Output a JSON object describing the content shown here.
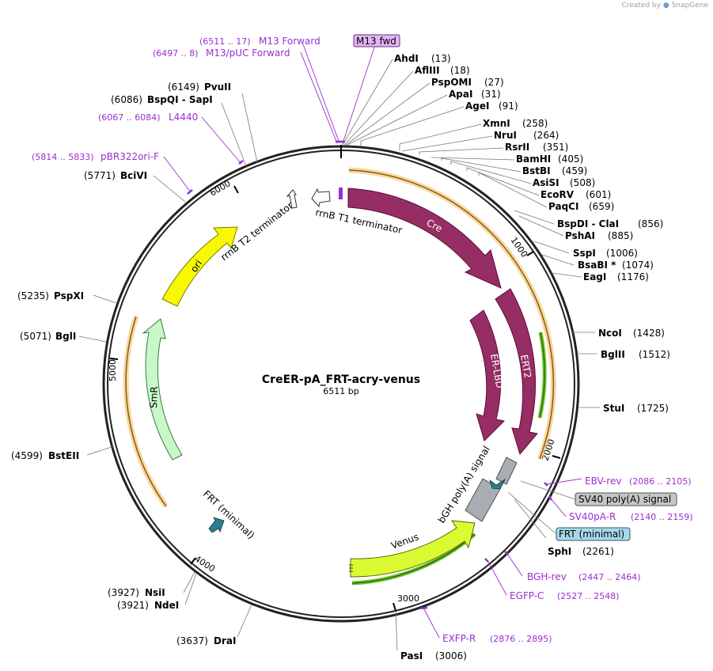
{
  "credit": {
    "prefix": "Created by",
    "brand": "SnapGene"
  },
  "title": "CreER-pA_FRT-acry-venus",
  "size_label": "6511 bp",
  "ticks": [
    "1000",
    "2000",
    "3000",
    "4000",
    "5000",
    "6000"
  ],
  "enzymes": [
    {
      "name": "AhdI",
      "pos": "(13)"
    },
    {
      "name": "AflIII",
      "pos": "(18)"
    },
    {
      "name": "PspOMI",
      "pos": "(27)"
    },
    {
      "name": "ApaI",
      "pos": "(31)"
    },
    {
      "name": "AgeI",
      "pos": "(91)"
    },
    {
      "name": "XmnI",
      "pos": "(258)"
    },
    {
      "name": "NruI",
      "pos": "(264)"
    },
    {
      "name": "RsrII",
      "pos": "(351)"
    },
    {
      "name": "BamHI",
      "pos": "(405)"
    },
    {
      "name": "BstBI",
      "pos": "(459)"
    },
    {
      "name": "AsiSI",
      "pos": "(508)"
    },
    {
      "name": "EcoRV",
      "pos": "(601)"
    },
    {
      "name": "PaqCI",
      "pos": "(659)"
    },
    {
      "name": "BspDI - ClaI",
      "pos": "(856)"
    },
    {
      "name": "PshAI",
      "pos": "(885)"
    },
    {
      "name": "SspI",
      "pos": "(1006)"
    },
    {
      "name": "BsaBI *",
      "pos": "(1074)"
    },
    {
      "name": "EagI",
      "pos": "(1176)"
    },
    {
      "name": "NcoI",
      "pos": "(1428)"
    },
    {
      "name": "BglII",
      "pos": "(1512)"
    },
    {
      "name": "StuI",
      "pos": "(1725)"
    },
    {
      "name": "SphI",
      "pos": "(2261)"
    },
    {
      "name": "PasI",
      "pos": "(3006)"
    },
    {
      "name": "DraI",
      "pos": "(3637)"
    },
    {
      "name": "NdeI",
      "pos": "(3921)"
    },
    {
      "name": "NsiI",
      "pos": "(3927)"
    },
    {
      "name": "BstEII",
      "pos": "(4599)"
    },
    {
      "name": "BglI",
      "pos": "(5071)"
    },
    {
      "name": "PspXI",
      "pos": "(5235)"
    },
    {
      "name": "BciVI",
      "pos": "(5771)"
    },
    {
      "name": "BspQI - SapI",
      "pos": "(6086)"
    },
    {
      "name": "PvuII",
      "pos": "(6149)"
    }
  ],
  "primers": [
    {
      "name": "M13 Forward",
      "pos": "(6511 .. 17)"
    },
    {
      "name": "M13/pUC Forward",
      "pos": "(6497 .. 8)"
    },
    {
      "name": "L4440",
      "pos": "(6067 .. 6084)"
    },
    {
      "name": "pBR322ori-F",
      "pos": "(5814 .. 5833)"
    },
    {
      "name": "EBV-rev",
      "pos": "(2086 .. 2105)"
    },
    {
      "name": "SV40pA-R",
      "pos": "(2140 .. 2159)"
    },
    {
      "name": "BGH-rev",
      "pos": "(2447 .. 2464)"
    },
    {
      "name": "EGFP-C",
      "pos": "(2527 .. 2548)"
    },
    {
      "name": "EXFP-R",
      "pos": "(2876 .. 2895)"
    }
  ],
  "feature_boxes": [
    "M13 fwd",
    "SV40 poly(A) signal",
    "FRT (minimal)"
  ],
  "features": [
    "Cre",
    "ER-LBD",
    "ERT2",
    "Venus",
    "bGH poly(A) signal",
    "FRT (minimal)",
    "SmR",
    "ori",
    "rrnB T2 terminator",
    "rrnB T1 terminator"
  ],
  "colors": {
    "cre": "#962d64",
    "venus": "#dcfa32",
    "ori": "#f8f800",
    "smr": "#c8f8c8",
    "polya": "#a8adb3",
    "frt": "#2a7f93",
    "orange": "#f2a82f",
    "green": "#6fc22a",
    "primer": "#9a2fd0",
    "feature_box_gray": "#c4c6c8",
    "feature_box_blue": "#a8d8ea",
    "feature_box_purple": "#e4b6f4"
  }
}
